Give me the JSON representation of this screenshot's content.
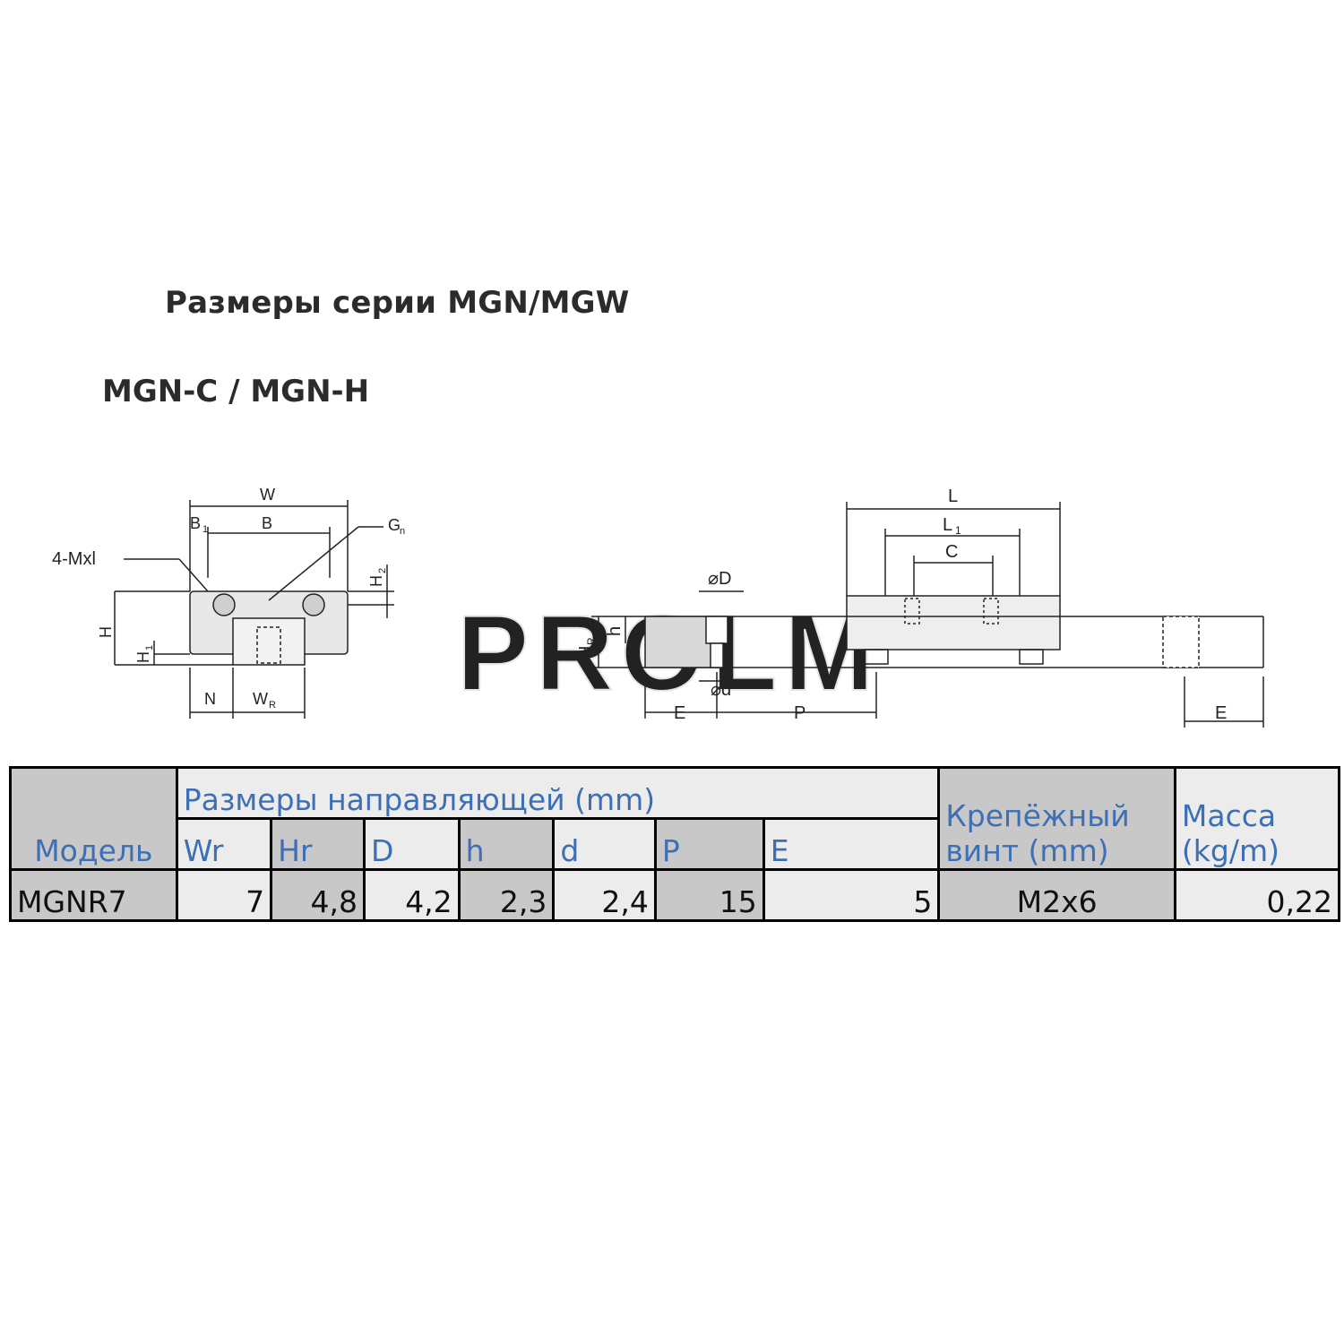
{
  "title": "Размеры серии MGN/MGW",
  "subtitle": "MGN-C / MGN-H",
  "drawing": {
    "watermark": "PROLM",
    "front_view_labels": {
      "W": "W",
      "B1": "B",
      "B1_sub": "1",
      "B": "B",
      "Gn": "G",
      "Gn_sub": "n",
      "mxl": "4-Mxl",
      "H2": "H",
      "H2_sub": "2",
      "H": "H",
      "H1": "H",
      "H1_sub": "1",
      "N": "N",
      "WR": "W",
      "WR_sub": "R"
    },
    "side_view_labels": {
      "L": "L",
      "L1": "L",
      "L1_sub": "1",
      "C": "C",
      "oD": "⌀D",
      "od": "⌀d",
      "h": "h",
      "HR": "H",
      "HR_sub": "R",
      "E_left": "E",
      "P": "P",
      "E_right": "E"
    }
  },
  "table": {
    "model_header": "Модель",
    "group_header": "Размеры направляющей (mm)",
    "columns": [
      "Wr",
      "Hr",
      "D",
      "h",
      "d",
      "P",
      "E"
    ],
    "screw_header_line1": "Крепёжный",
    "screw_header_line2": "винт (mm)",
    "mass_header_line1": "Масса",
    "mass_header_line2": "(kg/m)",
    "row": {
      "model": "MGNR7",
      "Wr": "7",
      "Hr": "4,8",
      "D": "4,2",
      "h": "2,3",
      "d": "2,4",
      "P": "15",
      "E": "5",
      "screw": "M2x6",
      "mass": "0,22"
    }
  }
}
